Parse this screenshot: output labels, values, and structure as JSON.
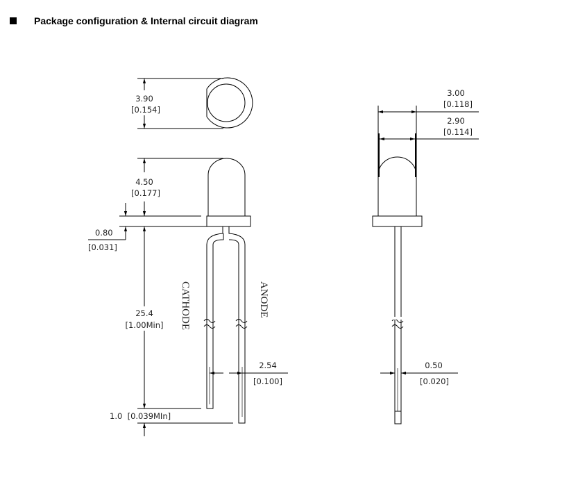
{
  "title": "Package configuration & Internal circuit diagram",
  "top_view": {
    "dim_mm": "3.90",
    "dim_in": "[0.154]"
  },
  "side_view": {
    "lens_height_mm": "4.50",
    "lens_height_in": "[0.177]",
    "flange_mm": "0.80",
    "flange_in": "[0.031]",
    "lead_length_mm": "25.4",
    "lead_length_in": "[1.00Min]",
    "lead_offset": "1.0  [0.039MIn]",
    "lead_spacing_mm": "2.54",
    "lead_spacing_in": "[0.100]",
    "cathode_label": "CATHODE",
    "anode_label": "ANODE"
  },
  "front_view": {
    "flange_width_mm": "3.00",
    "flange_width_in": "[0.118]",
    "body_width_mm": "2.90",
    "body_width_in": "[0.114]",
    "lead_width_mm": "0.50",
    "lead_width_in": "[0.020]"
  }
}
